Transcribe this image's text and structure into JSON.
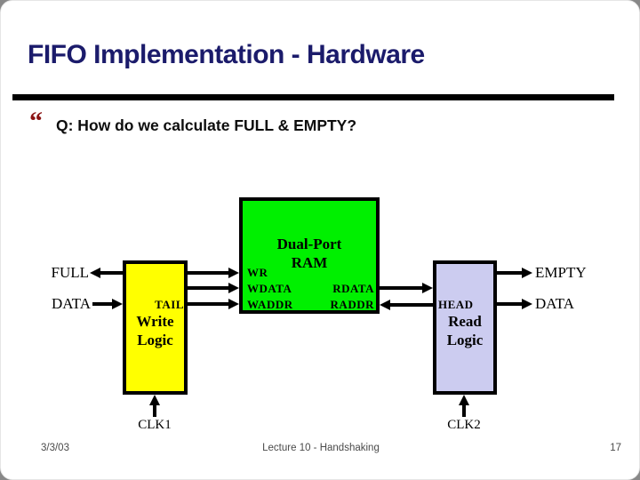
{
  "title": "FIFO Implementation - Hardware",
  "bullet": {
    "marker": "“",
    "text": "Q: How do we calculate FULL & EMPTY?"
  },
  "diagram": {
    "ram": {
      "name_line1": "Dual-Port",
      "name_line2": "RAM",
      "ports_left": [
        "WR",
        "WDATA",
        "WADDR"
      ],
      "ports_right": [
        "RDATA",
        "RADDR"
      ]
    },
    "write_logic": {
      "port": "TAIL",
      "name_line1": "Write",
      "name_line2": "Logic",
      "clock": "CLK1"
    },
    "read_logic": {
      "port": "HEAD",
      "name_line1": "Read",
      "name_line2": "Logic",
      "clock": "CLK2"
    },
    "signals": {
      "full": "FULL",
      "data_in": "DATA",
      "empty": "EMPTY",
      "data_out": "DATA"
    }
  },
  "footer": {
    "date": "3/3/03",
    "title": "Lecture 10 - Handshaking",
    "page_number": "17"
  },
  "colors": {
    "title_text": "#1b1b6b",
    "divider": "#000000",
    "bullet_marker": "#8b1313",
    "ram_fill": "#00f000",
    "write_logic_fill": "#ffff00",
    "read_logic_fill": "#ccccf0",
    "box_border": "#000000",
    "arrow": "#000000"
  }
}
